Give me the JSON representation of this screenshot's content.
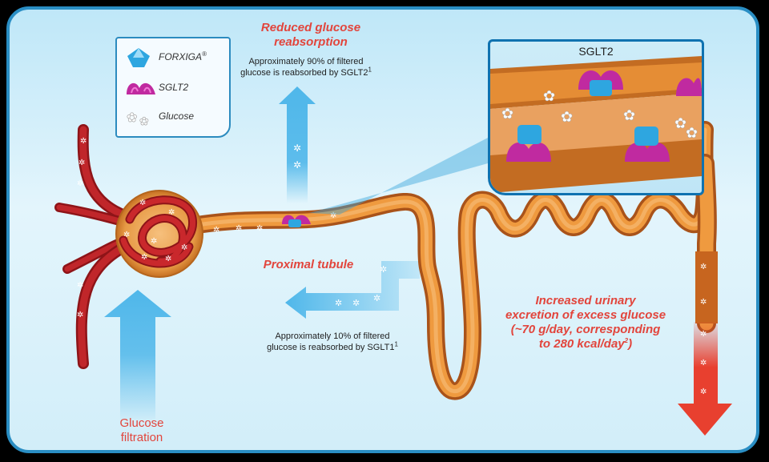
{
  "legend": {
    "forxiga": "FORXIGA",
    "forxiga_mark": "®",
    "sglt2": "SGLT2",
    "glucose": "Glucose"
  },
  "zoom": {
    "title": "SGLT2"
  },
  "labels": {
    "reduced_line1": "Reduced glucose",
    "reduced_line2": "reabsorption",
    "approx90_line1": "Approximately 90% of filtered",
    "approx90_line2": "glucose is reabsorbed by SGLT2",
    "approx90_ref": "1",
    "proximal": "Proximal tubule",
    "approx10_line1": "Approximately 10% of filtered",
    "approx10_line2": "glucose is reabsorbed by SGLT1",
    "approx10_ref": "1",
    "increased_line1": "Increased urinary",
    "increased_line2": "excretion of excess glucose",
    "increased_line3": "(~70 g/day, corresponding",
    "increased_line4": "to 280 kcal/day",
    "increased_ref": "2",
    "increased_end": ")",
    "filtration_line1": "Glucose",
    "filtration_line2": "filtration"
  },
  "colors": {
    "frame": "#2a8ec4",
    "vessel": "#b81f22",
    "tubule": "#e88a2e",
    "arrow_blue": "#4fb7ea",
    "arrow_red": "#e8402f",
    "label_red": "#e2453c",
    "sglt2": "#c02aa0",
    "forxiga": "#2ea6e0"
  }
}
